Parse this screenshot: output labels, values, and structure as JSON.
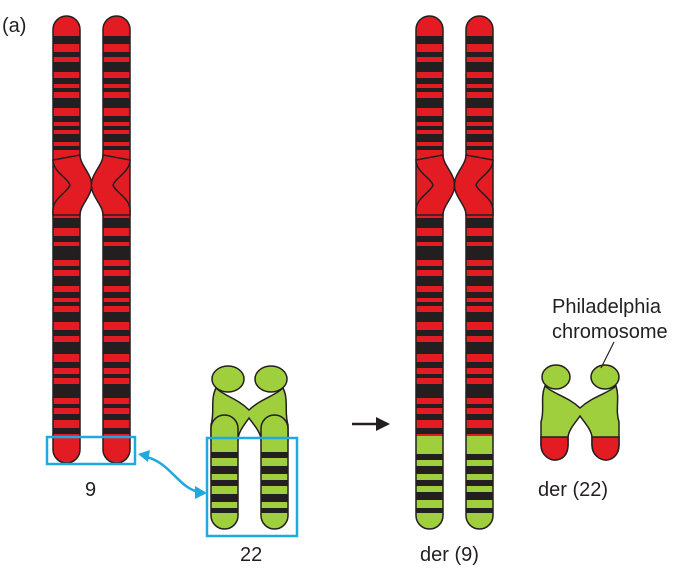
{
  "panel_label": "(a)",
  "labels": {
    "chr9": "9",
    "chr22": "22",
    "der9": "der (9)",
    "der22": "der (22)",
    "philadelphia_line1": "Philadelphia",
    "philadelphia_line2": "chromosome"
  },
  "colors": {
    "chr9_color": "#e31b23",
    "chr22_color": "#9fcf3c",
    "band_color": "#231f20",
    "highlight_box": "#1fa9df",
    "outline": "#231f20"
  }
}
